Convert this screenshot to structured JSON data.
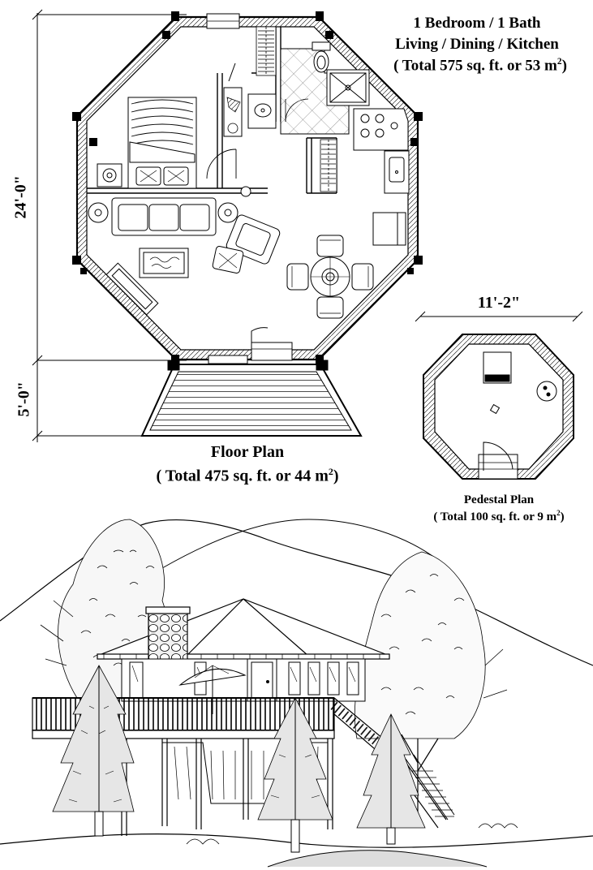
{
  "header": {
    "line1": "1 Bedroom / 1 Bath",
    "line2": "Living / Dining / Kitchen",
    "line3_pre": "( Total 575 sq. ft. or 53 m",
    "line3_sup": "2",
    "line3_post": ")"
  },
  "floor_plan": {
    "label": "Floor Plan",
    "total_pre": "( Total 475 sq. ft. or 44 m",
    "total_sup": "2",
    "total_post": ")",
    "dim_height": "24'-0\"",
    "dim_deck": "5'-0\""
  },
  "pedestal_plan": {
    "label": "Pedestal Plan",
    "total_pre": "( Total 100 sq. ft. or 9 m",
    "total_sup": "2",
    "total_post": ")",
    "dim_width": "11'-2\""
  }
}
